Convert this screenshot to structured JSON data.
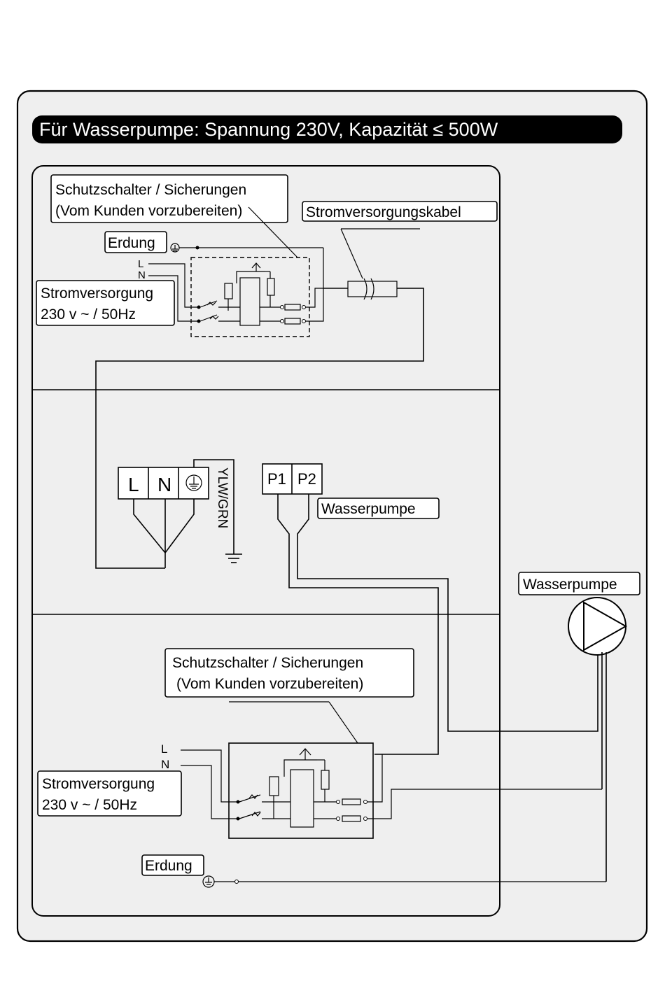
{
  "title": "Für Wasserpumpe: Spannung 230V, Kapazität ≤ 500W",
  "top_section": {
    "breaker_label_line1": "Schutzschalter / Sicherungen",
    "breaker_label_line2": "(Vom Kunden vorzubereiten)",
    "cable_label": "Stromversorgungskabel",
    "ground_label": "Erdung",
    "l_label": "L",
    "n_label": "N",
    "supply_line1": "Stromversorgung",
    "supply_line2": "230 v ~ / 50Hz"
  },
  "middle_section": {
    "terminal_l": "L",
    "terminal_n": "N",
    "ground_wire_label": "YLW/GRN",
    "terminal_p1": "P1",
    "terminal_p2": "P2",
    "pump_label": "Wasserpumpe"
  },
  "pump_label": "Wasserpumpe",
  "bottom_section": {
    "breaker_label_line1": "Schutzschalter / Sicherungen",
    "breaker_label_line2": "(Vom Kunden vorzubereiten)",
    "l_label": "L",
    "n_label": "N",
    "supply_line1": "Stromversorgung",
    "supply_line2": "230 v ~ / 50Hz",
    "ground_label": "Erdung"
  }
}
